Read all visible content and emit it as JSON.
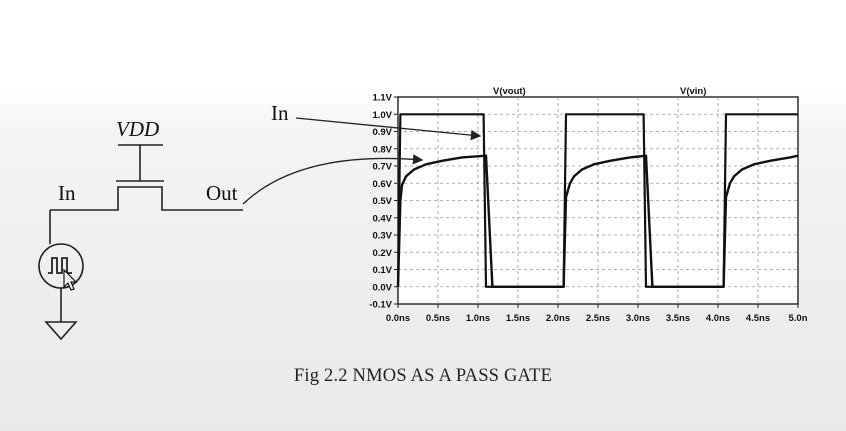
{
  "schematic": {
    "vdd_label": "VDD",
    "in_label": "In",
    "out_label": "Out"
  },
  "plot": {
    "trace_labels": [
      "V(vout)",
      "V(vin)"
    ],
    "y_ticks": [
      "1.1V",
      "1.0V",
      "0.9V",
      "0.8V",
      "0.7V",
      "0.6V",
      "0.5V",
      "0.4V",
      "0.3V",
      "0.2V",
      "0.1V",
      "0.0V",
      "-0.1V"
    ],
    "x_ticks": [
      "0.0ns",
      "0.5ns",
      "1.0ns",
      "1.5ns",
      "2.0ns",
      "2.5ns",
      "3.0ns",
      "3.5ns",
      "4.0ns",
      "4.5ns",
      "5.0n"
    ],
    "annotation_in": "In"
  },
  "chart_data": {
    "type": "line",
    "title": "",
    "xlabel": "",
    "ylabel": "",
    "xlim": [
      0,
      5.0
    ],
    "ylim": [
      -0.1,
      1.1
    ],
    "grid": true,
    "series": [
      {
        "name": "V(vin)",
        "x": [
          0.0,
          0.03,
          1.07,
          1.1,
          2.07,
          2.1,
          3.07,
          3.1,
          4.07,
          4.1,
          5.0
        ],
        "y": [
          0.0,
          1.0,
          1.0,
          0.0,
          0.0,
          1.0,
          1.0,
          0.0,
          0.0,
          1.0,
          1.0
        ]
      },
      {
        "name": "V(vout)",
        "x": [
          0.0,
          0.03,
          0.05,
          0.1,
          0.2,
          0.35,
          0.55,
          0.8,
          1.1,
          1.18,
          2.07,
          2.1,
          2.15,
          2.2,
          2.3,
          2.45,
          2.65,
          2.9,
          3.1,
          3.18,
          4.07,
          4.1,
          4.15,
          4.2,
          4.3,
          4.45,
          4.65,
          4.9,
          5.0
        ],
        "y": [
          0.0,
          0.5,
          0.59,
          0.64,
          0.68,
          0.71,
          0.73,
          0.75,
          0.76,
          0.0,
          0.0,
          0.52,
          0.6,
          0.64,
          0.68,
          0.71,
          0.73,
          0.75,
          0.76,
          0.0,
          0.0,
          0.52,
          0.6,
          0.64,
          0.68,
          0.71,
          0.73,
          0.75,
          0.76
        ]
      }
    ]
  },
  "caption": "Fig 2.2 NMOS AS A PASS GATE"
}
